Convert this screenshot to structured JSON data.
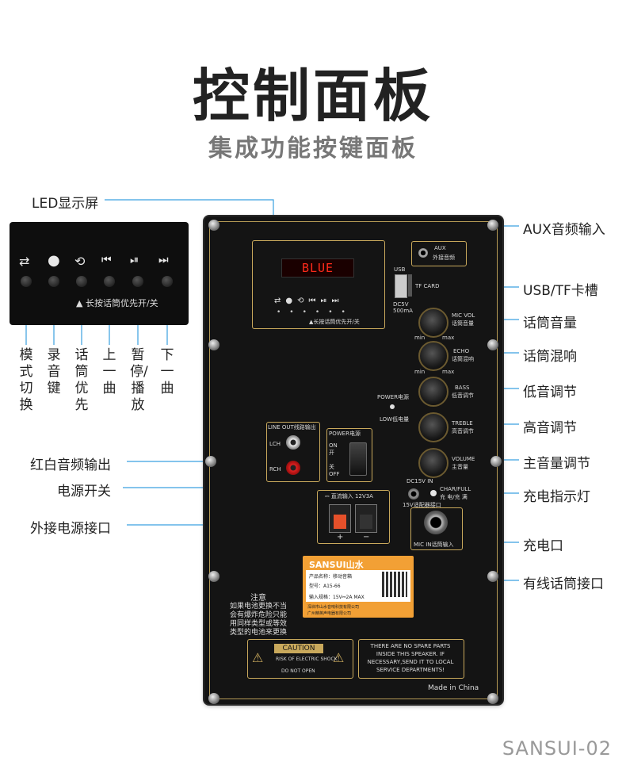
{
  "header": {
    "title": "控制面板",
    "subtitle": "集成功能按键面板"
  },
  "callouts_left": {
    "led": "LED显示屏",
    "rca": "红白音频输出",
    "power": "电源开关",
    "dc_in": "外接电源接口"
  },
  "callouts_right": {
    "aux": "AUX音频输入",
    "usb": "USB/TF卡槽",
    "mic_vol": "话筒音量",
    "echo": "话筒混响",
    "bass": "低音调节",
    "treble": "高音调节",
    "volume": "主音量调节",
    "charge_led": "充电指示灯",
    "charge_port": "充电口",
    "mic_in": "有线话筒接口"
  },
  "button_labels": [
    "模式切换",
    "录音键",
    "话筒优先",
    "上一曲",
    "暂停/播放",
    "下一曲"
  ],
  "inset": {
    "caption": "▲ 长按话筒优先开/关"
  },
  "panel": {
    "display": "BLUE",
    "display_caption": "▲长按话筒优先开/关",
    "aux": {
      "label": "AUX",
      "sub": "外接音频"
    },
    "usb": "USB",
    "tf": "TF CARD",
    "dc5v": "DC5V\n500mA",
    "knobs": [
      {
        "en": "MIC VOL",
        "cn": "话筒音量"
      },
      {
        "en": "ECHO",
        "cn": "话筒混响"
      },
      {
        "en": "BASS",
        "cn": "低音调节"
      },
      {
        "en": "TREBLE",
        "cn": "高音调节"
      },
      {
        "en": "VOLUME",
        "cn": "主音量"
      }
    ],
    "min": "min",
    "max": "max",
    "power_led": "POWER电源",
    "low_led": "LOW低电量",
    "line_out": "LINE OUT线路输出",
    "lch": "LCH",
    "rch": "RCH",
    "power_box": "POWER电源",
    "on": "ON 开",
    "off": "关 OFF",
    "dc_box": "⎓ 直流输入 12V3A",
    "plus": "+",
    "minus": "−",
    "dc15v": "DC15V IN",
    "char_full": "CHAR/FULL",
    "char_cn": "充 电/充 满",
    "charge_sub": "15V适配器接口",
    "mic_in": "MIC IN话筒输入",
    "brand": "SANSUI山水",
    "product_name": "产品名称：移动音箱",
    "model": "型号：A15-66",
    "input_spec": "输入规格：15V⎓2A MAX",
    "maker1": "深圳市山水音响科技有限公司",
    "maker2": "广州精英声电器有限公司",
    "notice_title": "注意",
    "notice_body": "如果电池更换不当会有爆炸危险只能用同样类型或等效类型的电池来更换",
    "caution": "CAUTION",
    "caution_sub": "RISK OF ELECTRIC SHOCK",
    "do_not_open": "DO NOT OPEN",
    "spare": "THERE ARE NO SPARE PARTS INSIDE THIS SPEAKER. IF NECESSARY,SEND IT TO LOCAL SERVICE DEPARTMENTS!",
    "made_in": "Made in China"
  },
  "footer": {
    "logo": "SANSUI-02"
  }
}
